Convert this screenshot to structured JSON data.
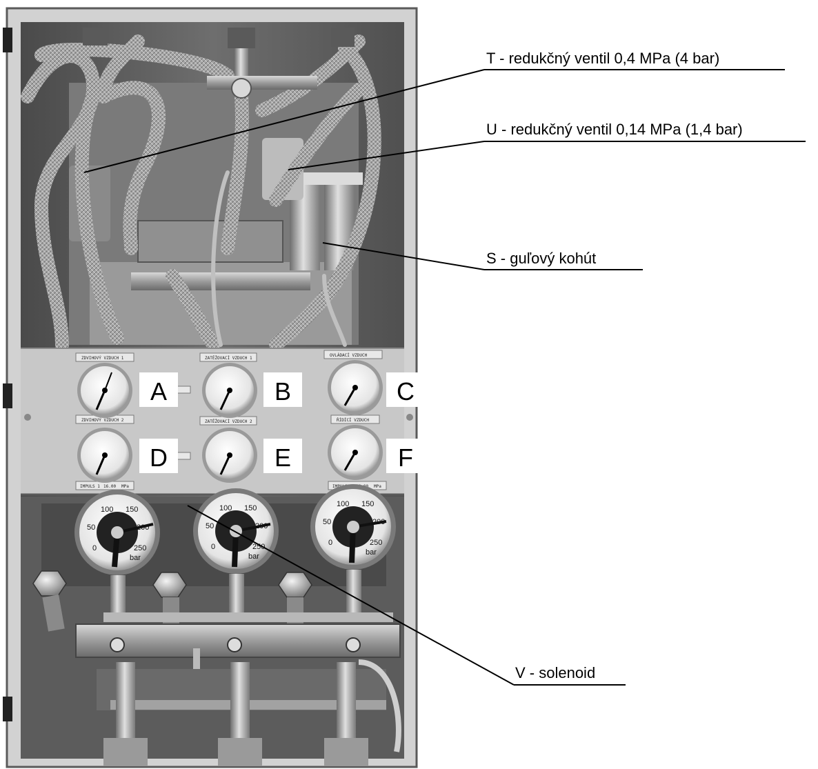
{
  "callouts": [
    {
      "id": "T",
      "text": "T - redukčný ventil 0,4 MPa (4 bar)"
    },
    {
      "id": "U",
      "text": "U - redukčný ventil 0,14 MPa (1,4 bar)"
    },
    {
      "id": "S",
      "text": "S - guľový kohút"
    },
    {
      "id": "V",
      "text": "V - solenoid"
    }
  ],
  "gauge_letters": [
    "A",
    "B",
    "C",
    "D",
    "E",
    "F"
  ],
  "panel_labels": {
    "a": "ZDVIHOVÝ VZDUCH 1",
    "b": "ZATĚŽOVACÍ VZDUCH 1",
    "c": "OVLÁDACÍ VZDUCH",
    "d": "ZDVIHOVÝ VZDUCH 2",
    "e": "ZATĚŽOVACÍ VZDUCH 2",
    "f": "ŘÍDÍCÍ VZDUCH",
    "impuls1": "IMPULS 1",
    "impuls2": "IMPULS 2",
    "impuls1_val": "16.00",
    "impuls2_val": "16.00",
    "impuls_unit": "MPa"
  },
  "big_gauge": {
    "scale": [
      "0",
      "50",
      "100",
      "150",
      "200",
      "250"
    ],
    "unit": "bar"
  },
  "colors": {
    "cabinet": "#8c8c8c",
    "interior": "#5a5a5a",
    "panel": "#c8c8c8",
    "hose": "#b4b4b4",
    "line": "#000000"
  }
}
